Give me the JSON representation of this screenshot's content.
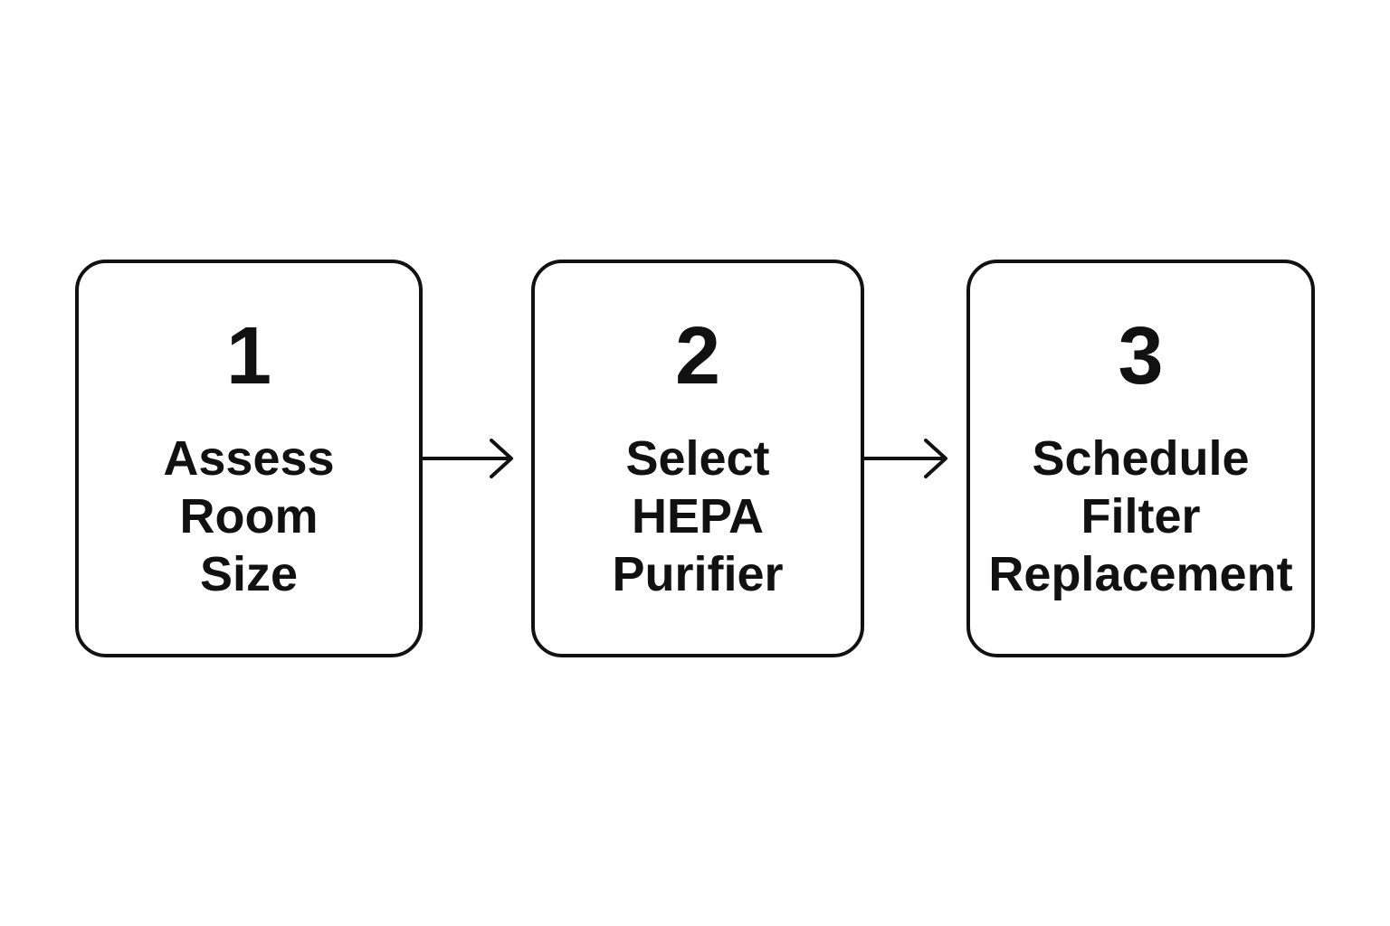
{
  "steps": [
    {
      "number": "1",
      "label_lines": [
        "Assess",
        "Room",
        "Size"
      ]
    },
    {
      "number": "2",
      "label_lines": [
        "Select",
        "HEPA",
        "Purifier"
      ]
    },
    {
      "number": "3",
      "label_lines": [
        "Schedule",
        "Filter",
        "Replacement"
      ]
    }
  ],
  "colors": {
    "stroke": "#111111",
    "background": "#ffffff"
  }
}
